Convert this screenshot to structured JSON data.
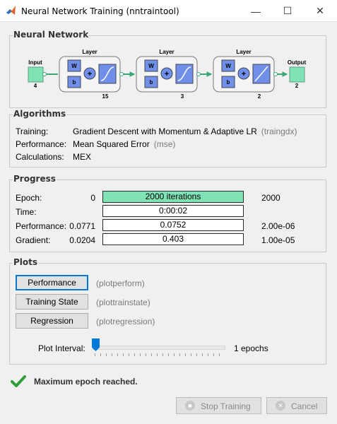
{
  "window": {
    "title": "Neural Network Training (nntraintool)",
    "controls": {
      "minimize": "—",
      "maximize": "☐",
      "close": "✕"
    }
  },
  "network": {
    "panel_title": "Neural Network",
    "input": {
      "label": "Input",
      "size": "4"
    },
    "output": {
      "label": "Output",
      "size": "2"
    },
    "layers": [
      {
        "label": "Layer",
        "w": "W",
        "b": "b",
        "size": "15",
        "transfer": "tansig"
      },
      {
        "label": "Layer",
        "w": "W",
        "b": "b",
        "size": "3",
        "transfer": "tansig"
      },
      {
        "label": "Layer",
        "w": "W",
        "b": "b",
        "size": "2",
        "transfer": "purelin"
      }
    ]
  },
  "algorithms": {
    "panel_title": "Algorithms",
    "rows": [
      {
        "key": "Training:",
        "value": "Gradient Descent with Momentum & Adaptive LR",
        "fn": "(traingdx)"
      },
      {
        "key": "Performance:",
        "value": "Mean Squared Error",
        "fn": "(mse)"
      },
      {
        "key": "Calculations:",
        "value": "MEX",
        "fn": ""
      }
    ]
  },
  "progress": {
    "panel_title": "Progress",
    "rows": [
      {
        "label": "Epoch:",
        "min": "0",
        "text": "2000 iterations",
        "max": "2000",
        "fill": 1.0
      },
      {
        "label": "Time:",
        "min": "",
        "text": "0:00:02",
        "max": "",
        "fill": 0.0
      },
      {
        "label": "Performance:",
        "min": "0.0771",
        "text": "0.0752",
        "max": "2.00e-06",
        "fill": 0.0
      },
      {
        "label": "Gradient:",
        "min": "0.0204",
        "text": "0.403",
        "max": "1.00e-05",
        "fill": 0.0
      }
    ]
  },
  "plots": {
    "panel_title": "Plots",
    "buttons": [
      {
        "label": "Performance",
        "fn": "(plotperform)"
      },
      {
        "label": "Training State",
        "fn": "(plottrainstate)"
      },
      {
        "label": "Regression",
        "fn": "(plotregression)"
      }
    ],
    "interval_label": "Plot Interval:",
    "interval_value": "1 epochs",
    "interval_level": 0.0
  },
  "status": {
    "message": "Maximum epoch reached."
  },
  "footer": {
    "stop_label": "Stop Training",
    "cancel_label": "Cancel"
  },
  "colors": {
    "accent": "#0078d7",
    "layer_box": "#6f8fe8",
    "io_box": "#7fe3b5",
    "progress_fill": "#7fe3b5",
    "check": "#2e9e3a"
  }
}
